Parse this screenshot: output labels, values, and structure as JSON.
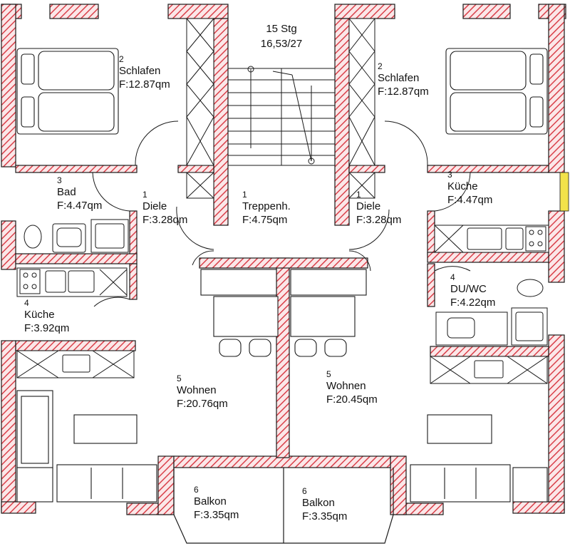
{
  "colors": {
    "wall_hatch": "#d9404a",
    "wall_fill": "#fbe7e8",
    "line": "#1a1a1a",
    "window_accent": "#f2e24a"
  },
  "staircase": {
    "steps": "15 Stg",
    "ratio": "16,53/27"
  },
  "rooms": [
    {
      "id": "schlafen-left",
      "number": "2",
      "name": "Schlafen",
      "area": "F:12.87qm"
    },
    {
      "id": "schlafen-right",
      "number": "2",
      "name": "Schlafen",
      "area": "F:12.87qm"
    },
    {
      "id": "bad",
      "number": "3",
      "name": "Bad",
      "area": "F:4.47qm"
    },
    {
      "id": "kueche-right",
      "number": "3",
      "name": "Küche",
      "area": "F:4.47qm"
    },
    {
      "id": "diele-left",
      "number": "1",
      "name": "Diele",
      "area": "F:3.28qm"
    },
    {
      "id": "treppenhaus",
      "number": "1",
      "name": "Treppenh.",
      "area": "F:4.75qm"
    },
    {
      "id": "diele-right",
      "number": "1",
      "name": "Diele",
      "area": "F:3.28qm"
    },
    {
      "id": "kueche-left",
      "number": "4",
      "name": "Küche",
      "area": "F:3.92qm"
    },
    {
      "id": "du-wc",
      "number": "4",
      "name": "DU/WC",
      "area": "F:4.22qm"
    },
    {
      "id": "wohnen-left",
      "number": "5",
      "name": "Wohnen",
      "area": "F:20.76qm"
    },
    {
      "id": "wohnen-right",
      "number": "5",
      "name": "Wohnen",
      "area": "F:20.45qm"
    },
    {
      "id": "balkon-left",
      "number": "6",
      "name": "Balkon",
      "area": "F:3.35qm"
    },
    {
      "id": "balkon-right",
      "number": "6",
      "name": "Balkon",
      "area": "F:3.35qm"
    }
  ]
}
